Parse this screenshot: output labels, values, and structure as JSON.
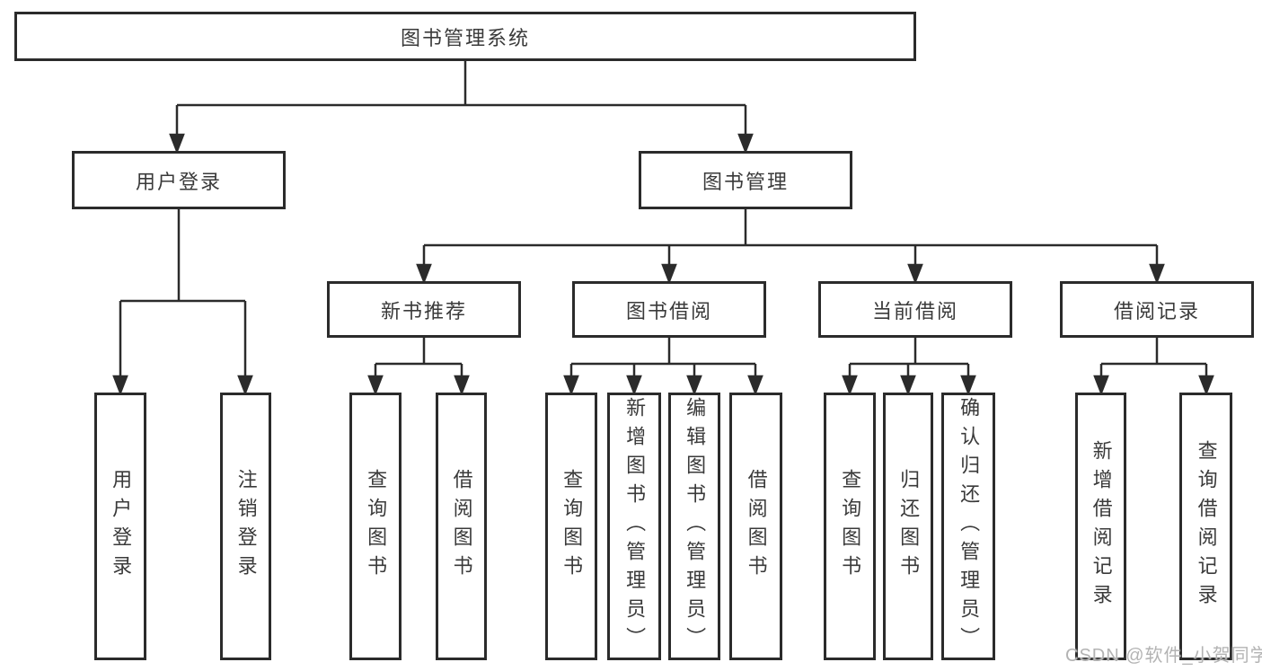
{
  "diagram": {
    "title": "图书管理系统",
    "type": "hierarchy-tree",
    "colors": {
      "line": "#2b2b2b",
      "box_border": "#2b2b2b",
      "text": "#3a3a3a",
      "background": "#ffffff",
      "watermark_text_color": "#b3b3b3"
    }
  },
  "tree": {
    "root": {
      "label": "图书管理系统",
      "children": [
        {
          "label": "用户登录",
          "children": [
            {
              "label": "用户登录"
            },
            {
              "label": "注销登录"
            }
          ]
        },
        {
          "label": "图书管理",
          "children": [
            {
              "label": "新书推荐",
              "children": [
                {
                  "label": "查询图书"
                },
                {
                  "label": "借阅图书"
                }
              ]
            },
            {
              "label": "图书借阅",
              "children": [
                {
                  "label": "查询图书"
                },
                {
                  "label": "新增图书（管理员）"
                },
                {
                  "label": "编辑图书（管理员）"
                },
                {
                  "label": "借阅图书"
                }
              ]
            },
            {
              "label": "当前借阅",
              "children": [
                {
                  "label": "查询图书"
                },
                {
                  "label": "归还图书"
                },
                {
                  "label": "确认归还（管理员）"
                }
              ]
            },
            {
              "label": "借阅记录",
              "children": [
                {
                  "label": "新增借阅记录"
                },
                {
                  "label": "查询借阅记录"
                }
              ]
            }
          ]
        }
      ]
    }
  },
  "watermark": {
    "text": "CSDN @软件_小贺同学"
  }
}
